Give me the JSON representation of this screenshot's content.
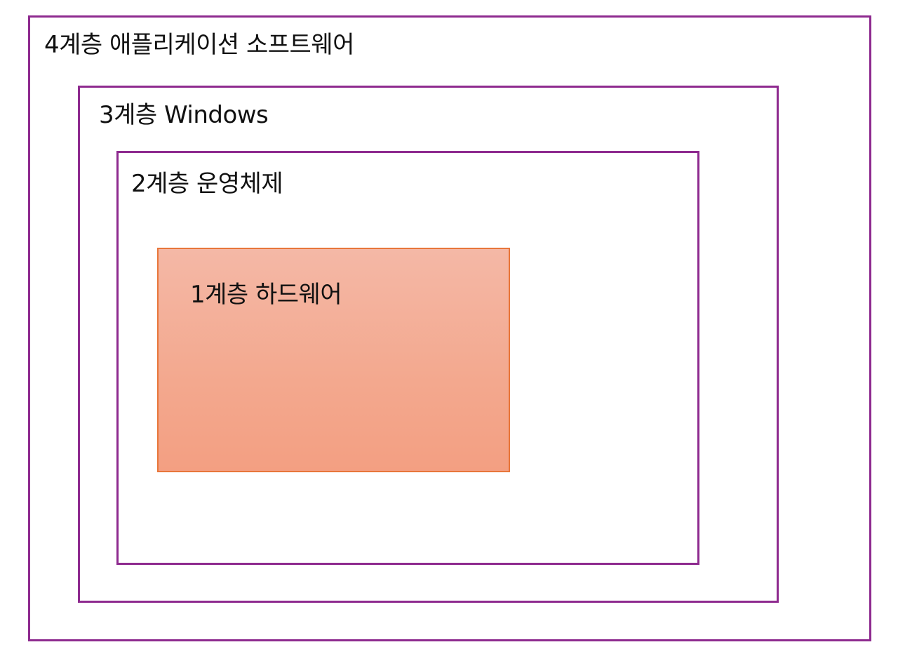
{
  "layers": [
    {
      "level": 4,
      "label": "4계층 애플리케이션 소프트웨어"
    },
    {
      "level": 3,
      "label": "3계층 Windows"
    },
    {
      "level": 2,
      "label": "2계층 운영체제"
    },
    {
      "level": 1,
      "label": "1계층 하드웨어"
    }
  ],
  "colors": {
    "outer_border": "#8e2a8f",
    "hardware_border": "#e8763a",
    "hardware_fill_top": "#f4b8a6",
    "hardware_fill_bottom": "#f39f82"
  }
}
